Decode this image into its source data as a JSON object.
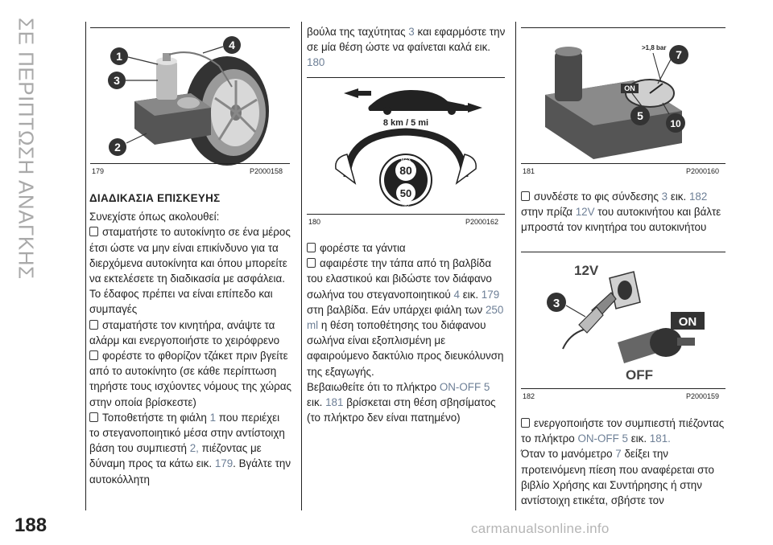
{
  "section_title": "ΣΕ ΠΕΡΙΠΤΩΣΗ ΑΝΑΓΚΗΣ",
  "page_number": "188",
  "watermark": "carmanualsonline.info",
  "figures": {
    "fig179": {
      "num": "179",
      "code": "P2000158",
      "callouts": [
        "1",
        "3",
        "4",
        "2"
      ]
    },
    "fig180": {
      "num": "180",
      "code": "P2000162",
      "speed_label": "8 km / 5 mi",
      "max_label": "MAX",
      "max_speed": "80",
      "min_speed": "50",
      "sign_bottom": "NO"
    },
    "fig181": {
      "num": "181",
      "code": "P2000160",
      "pressure": ">1,8 bar",
      "on_label": "ON",
      "callouts": [
        "7",
        "5",
        "10"
      ]
    },
    "fig182": {
      "num": "182",
      "code": "P2000159",
      "socket": "12V",
      "on": "ON",
      "off": "OFF",
      "callout": "3"
    }
  },
  "col1": {
    "heading": "ΔΙΑΔΙΚΑΣΙΑ ΕΠΙΣΚΕΥΗΣ",
    "intro": "Συνεχίστε όπως ακολουθεί:",
    "b1": "σταματήστε το αυτοκίνητο σε ένα μέρος έτσι ώστε να μην είναι επικίνδυνο για τα διερχόμενα αυτοκίνητα και όπου μπορείτε να εκτελέσετε τη διαδικασία με ασφάλεια. Το έδαφος πρέπει να είναι επίπεδο και συμπαγές",
    "b2": "σταματήστε τον κινητήρα, ανάψτε τα αλάρμ και ενεργοποιήστε το χειρόφρενο",
    "b3": "φορέστε το φθορίζον τζάκετ πριν βγείτε από το αυτοκίνητο (σε κάθε περίπτωση τηρήστε τους ισχύοντες νόμους της χώρας στην οποία βρίσκεστε)",
    "b4a": "Τοποθετήστε τη φιάλη",
    "b4n1": "1",
    "b4b": "που περιέχει το στεγανοποιητικό μέσα στην αντίστοιχη βάση του συμπιεστή",
    "b4n2": "2,",
    "b4c": "πιέζοντας με δύναμη προς τα κάτω",
    "b4d": "εικ.",
    "b4n3": "179",
    "b4e": ". Βγάλτε την αυτοκόλλητη"
  },
  "col2": {
    "p1a": "βούλα της ταχύτητας",
    "p1n": "3",
    "p1b": "και εφαρμόστε την σε μία θέση ώστε να φαίνεται καλά",
    "p1c": "εικ.",
    "p1f": "180",
    "b1": "φορέστε τα γάντια",
    "b2a": "αφαιρέστε την τάπα από τη βαλβίδα του ελαστικού και βιδώστε τον διάφανο σωλήνα του στεγανοποιητικού",
    "b2n1": "4",
    "b2b": "εικ.",
    "b2n2": "179",
    "b2c": "στη βαλβίδα. Εάν υπάρχει φιάλη των",
    "b2n3": "250 ml",
    "b2d": "η θέση τοποθέτησης του διάφανου σωλήνα είναι εξοπλισμένη με αφαιρούμενο δακτύλιο προς διευκόλυνση της εξαγωγής.",
    "p3a": "Βεβαιωθείτε ότι το πλήκτρο",
    "p3k": "ON-OFF",
    "p3n": "5",
    "p3b": "εικ.",
    "p3n2": "181",
    "p3c": "βρίσκεται στη θέση σβησίματος (το πλήκτρο δεν είναι πατημένο)"
  },
  "col3": {
    "b1a": "συνδέστε το φις σύνδεσης",
    "b1n": "3",
    "b1b": "εικ.",
    "b1n2": "182",
    "b1c": "στην πρίζα",
    "b1k": "12V",
    "b1d": "του αυτοκινήτου και βάλτε μπροστά τον κινητήρα του αυτοκινήτου",
    "b2a": "ενεργοποιήστε τον συμπιεστή πιέζοντας το πλήκτρο",
    "b2k": "ON-OFF",
    "b2n": "5",
    "b2b": "εικ.",
    "b2n2": "181.",
    "p3a": "Όταν το μανόμετρο",
    "p3n": "7",
    "p3b": "δείξει την προτεινόμενη πίεση που αναφέρεται στο βιβλίο Χρήσης και Συντήρησης ή στην αντίστοιχη ετικέτα, σβήστε τον"
  }
}
